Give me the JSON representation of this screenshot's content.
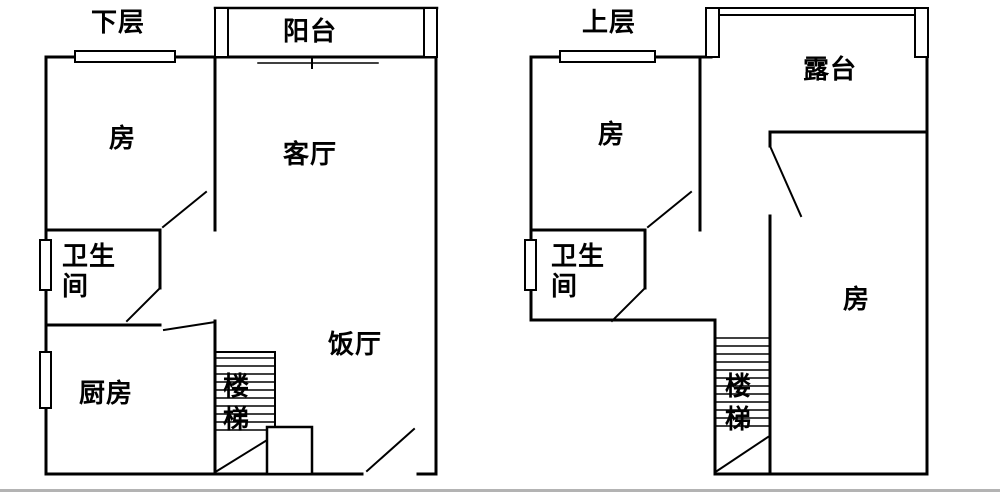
{
  "floorplan": {
    "lower": {
      "title": "下层",
      "balcony": "阳台",
      "bedroom": "房",
      "living_room": "客厅",
      "bathroom": "卫生间",
      "dining_room": "饭厅",
      "kitchen": "厨房",
      "stairs": "楼梯"
    },
    "upper": {
      "title": "上层",
      "terrace": "露台",
      "bedroom": "房",
      "bathroom": "卫生间",
      "bedroom_right": "房",
      "stairs": "楼梯"
    },
    "line_color": "#000000"
  }
}
